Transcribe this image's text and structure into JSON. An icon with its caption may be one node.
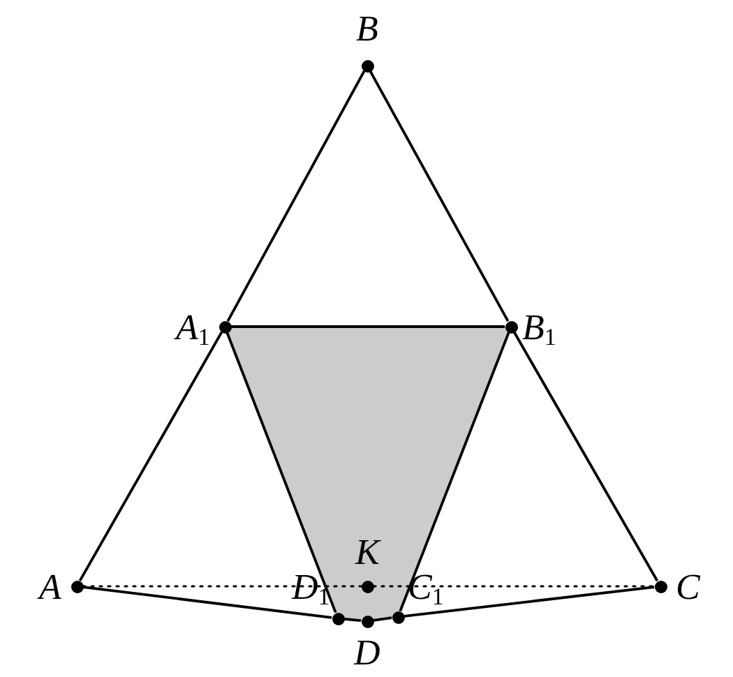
{
  "diagram": {
    "nodes": [
      {
        "text": [
          "B"
        ]
      },
      {
        "text": [
          "A$_{1}$"
        ]
      },
      {
        "text": [
          "B$_{1}$"
        ]
      },
      {
        "text": [
          "A"
        ]
      },
      {
        "text": [
          "K"
        ]
      },
      {
        "text": [
          "C"
        ]
      },
      {
        "text": [
          "D$_{1}$"
        ]
      },
      {
        "text": [
          "D"
        ]
      },
      {
        "text": [
          "C$_{1}$"
        ]
      }
    ],
    "edges": [
      {
        "from": 3,
        "to": 1,
        "arrow": "none"
      },
      {
        "from": 1,
        "to": 0,
        "arrow": "none"
      },
      {
        "from": 0,
        "to": 2,
        "arrow": "none"
      },
      {
        "from": 2,
        "to": 5,
        "arrow": "none"
      },
      {
        "from": 3,
        "to": 6,
        "arrow": "none"
      },
      {
        "from": 6,
        "to": 7,
        "arrow": "none"
      },
      {
        "from": 7,
        "to": 8,
        "arrow": "none"
      },
      {
        "from": 8,
        "to": 5,
        "arrow": "none"
      },
      {
        "from": 1,
        "to": 2,
        "arrow": "none"
      },
      {
        "from": 1,
        "to": 6,
        "arrow": "none"
      },
      {
        "from": 2,
        "to": 8,
        "arrow": "none"
      },
      {
        "from": 3,
        "to": 4,
        "arrow": "none",
        "style": "dashed"
      },
      {
        "from": 4,
        "to": 5,
        "arrow": "none",
        "style": "dashed"
      }
    ]
  }
}
